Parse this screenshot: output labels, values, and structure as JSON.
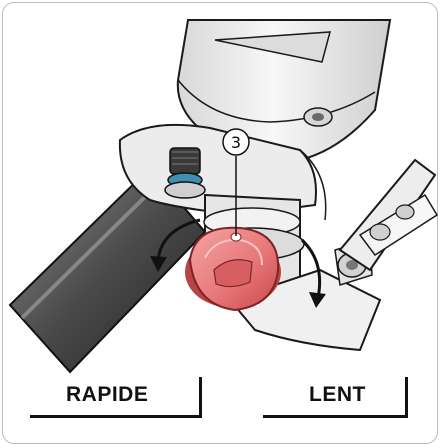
{
  "callout": {
    "number": "3"
  },
  "labels": {
    "left": "RAPIDE",
    "right": "LENT"
  },
  "colors": {
    "dial": "#e8797a",
    "dial_dark": "#c9474a",
    "body_light": "#efefef",
    "body_mid": "#c9c9c9",
    "body_dark": "#2b2b2b",
    "outline": "#1a1a1a",
    "seal_blue": "#3f8fb0"
  }
}
